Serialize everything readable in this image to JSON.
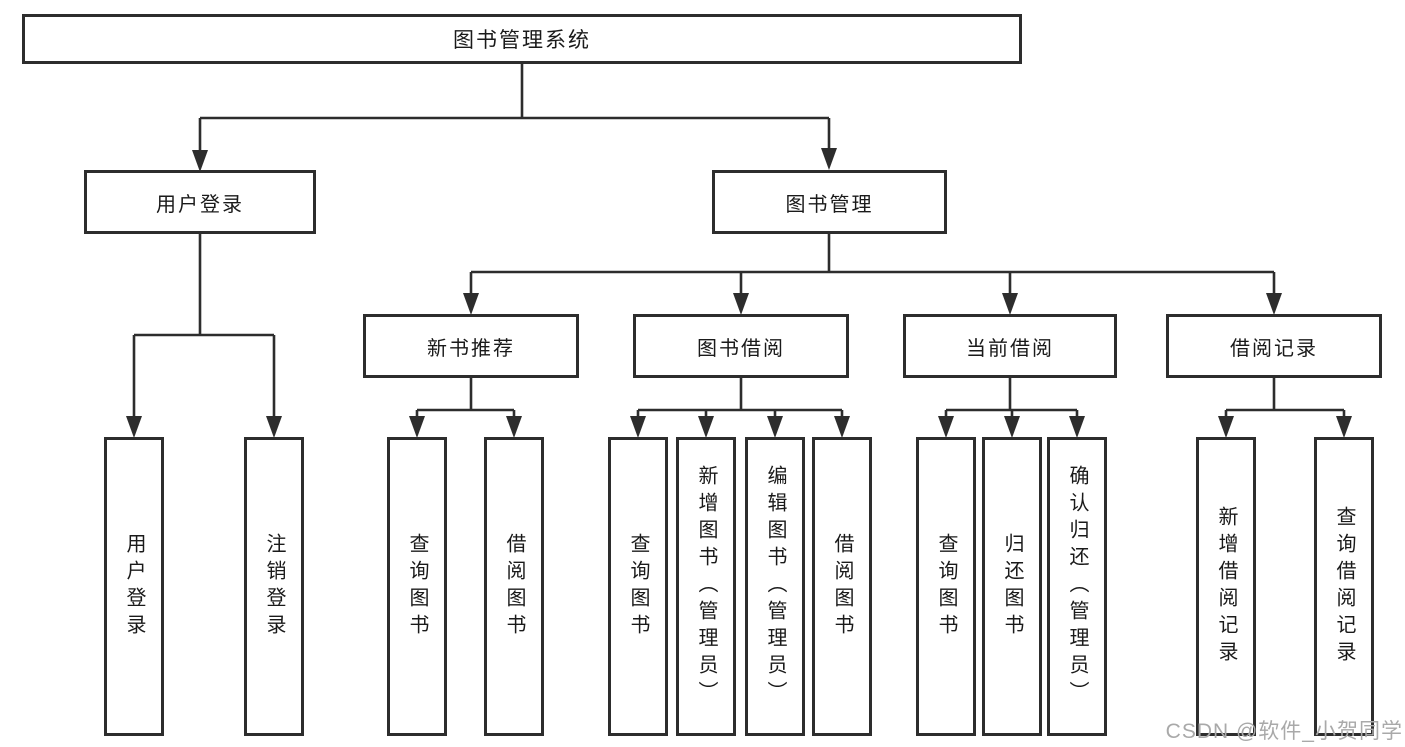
{
  "diagram": {
    "tree": {
      "label": "图书管理系统",
      "children": [
        {
          "label": "用户登录",
          "children": [
            {
              "label": "用户登录"
            },
            {
              "label": "注销登录"
            }
          ]
        },
        {
          "label": "图书管理",
          "children": [
            {
              "label": "新书推荐",
              "children": [
                {
                  "label": "查询图书"
                },
                {
                  "label": "借阅图书"
                }
              ]
            },
            {
              "label": "图书借阅",
              "children": [
                {
                  "label": "查询图书"
                },
                {
                  "label": "新增图书（管理员）"
                },
                {
                  "label": "编辑图书（管理员）"
                },
                {
                  "label": "借阅图书"
                }
              ]
            },
            {
              "label": "当前借阅",
              "children": [
                {
                  "label": "查询图书"
                },
                {
                  "label": "归还图书"
                },
                {
                  "label": "确认归还（管理员）"
                }
              ]
            },
            {
              "label": "借阅记录",
              "children": [
                {
                  "label": "新增借阅记录"
                },
                {
                  "label": "查询借阅记录"
                }
              ]
            }
          ]
        }
      ]
    }
  },
  "watermark": "CSDN @软件_小贺同学",
  "colors": {
    "line": "#2d2d2d",
    "box_border": "#2d2d2d",
    "box_background": "#ffffff",
    "text": "#1a1a1a",
    "watermark": "#a9a9a9",
    "page_background": "#ffffff"
  }
}
